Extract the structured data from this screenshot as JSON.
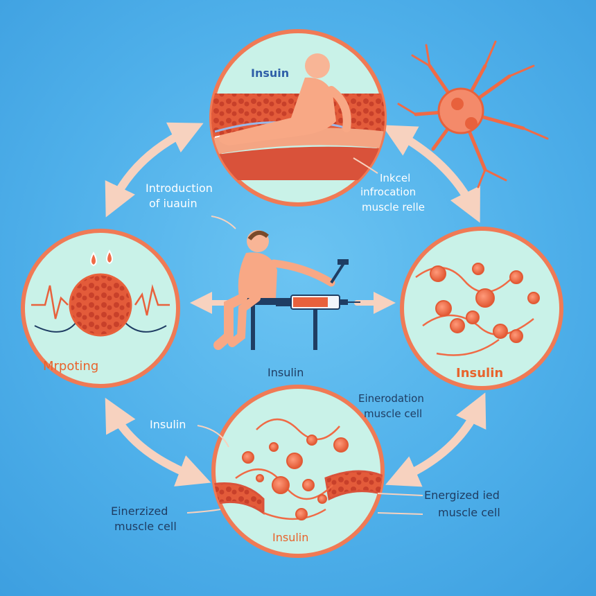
{
  "labels": {
    "top_insulin": "Insuin",
    "intro_line1": "Introduction",
    "intro_line2": "of iuauin",
    "right_line1": "Inkcel",
    "right_line2": "infrocation",
    "right_line3": "muscle relle",
    "left_circle": "Mrpoting",
    "center_insulin": "Insulin",
    "right_circle": "Insulin",
    "bottom_right_line1": "Einerodation",
    "bottom_right_line2": "muscle cell",
    "bottom_left_insulin": "Insulin",
    "bottom_left_line1": "Einerzized",
    "bottom_left_line2": "muscle cell",
    "bottom_circle": "Insulin",
    "far_right_line1": "Energized ied",
    "far_right_line2": "muscle cell"
  },
  "colors": {
    "background": "#4fb0ea",
    "circle_fill": "#c9f2e8",
    "circle_border": "#f07a55",
    "arrow": "#f7d2bf",
    "cell": "#f06a45",
    "muscle": "#d9523a"
  }
}
